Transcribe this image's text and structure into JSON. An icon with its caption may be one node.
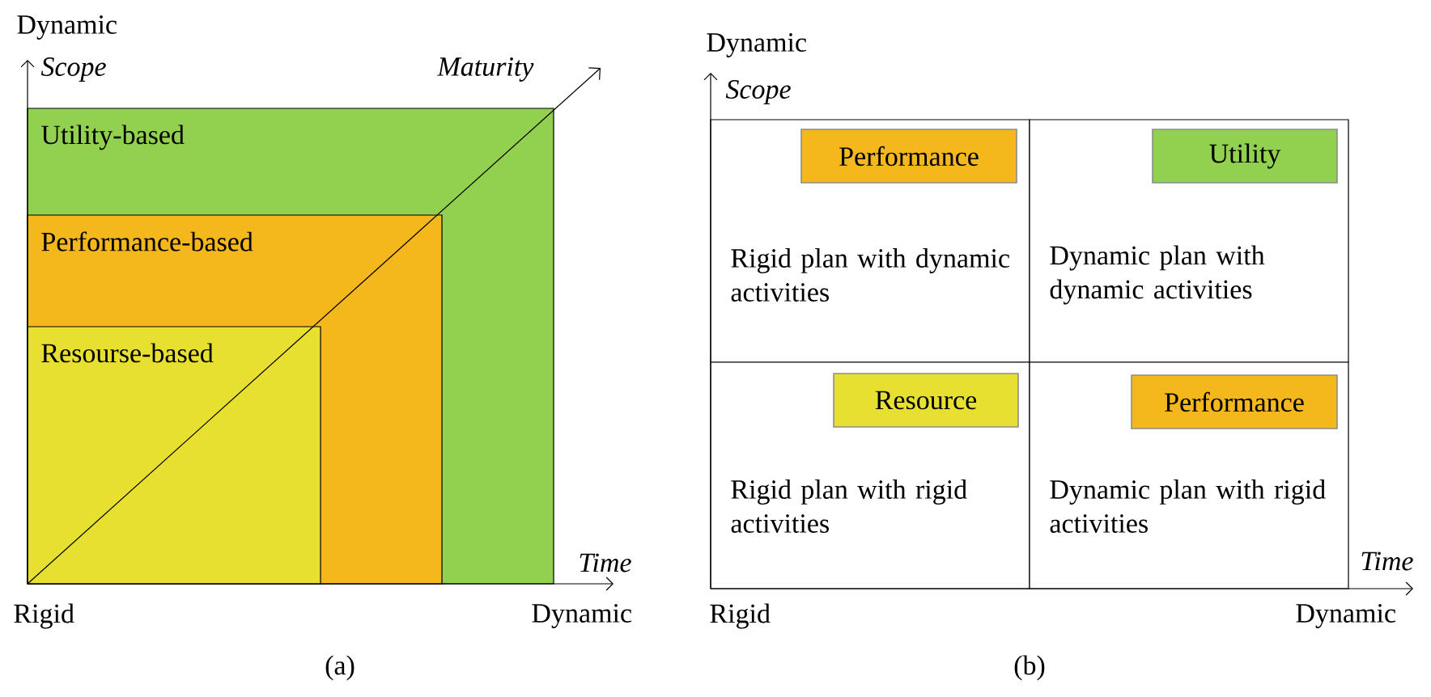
{
  "diagram": {
    "nodes": [
      {
        "text": [
          "Utility-based"
        ]
      },
      {
        "text": [
          "Performance-based"
        ],
        "in": 0
      },
      {
        "text": [
          "Resourse-based"
        ],
        "in": 1
      },
      {
        "text": [
          "Rigid plan with dynamic activities"
        ]
      },
      {
        "text": [
          "Performance"
        ],
        "in": 3
      },
      {
        "text": [
          "Dynamic plan with dynamic activities"
        ]
      },
      {
        "text": [
          "Utility"
        ],
        "in": 5
      },
      {
        "text": [
          "Rigid plan with rigid activities"
        ]
      },
      {
        "text": [
          "Resource"
        ],
        "in": 7
      },
      {
        "text": [
          "Dynamic plan with rigid activities"
        ]
      },
      {
        "text": [
          "Performance"
        ],
        "in": 9
      }
    ],
    "labels": [
      "Dynamic",
      "Scope",
      "Maturity",
      "Time",
      "Rigid",
      "Dynamic",
      "(a)",
      "Dynamic",
      "Scope",
      "Time",
      "Rigid",
      "Dynamic",
      "(b)"
    ]
  }
}
